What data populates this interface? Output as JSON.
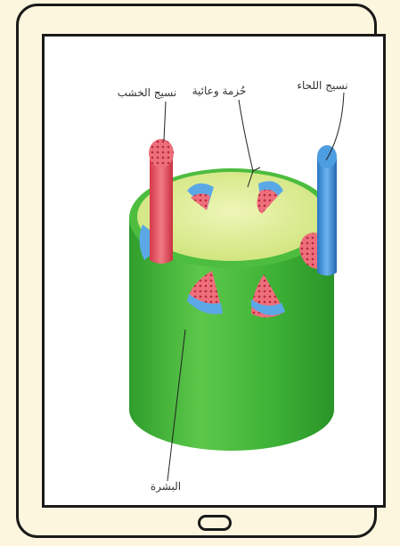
{
  "labels": {
    "xylem": "نسيج الخشب",
    "vascular_bundle": "حُزمة وعائية",
    "phloem": "نسيج اللحاء",
    "epidermis": "البشرة"
  },
  "colors": {
    "page_background": "#fdf6df",
    "frame": "#1a1a1a",
    "cortex_top": "#d8ec8c",
    "cylinder_side": "#45b83a",
    "xylem": "#e6505e",
    "phloem": "#3a8fd4"
  }
}
